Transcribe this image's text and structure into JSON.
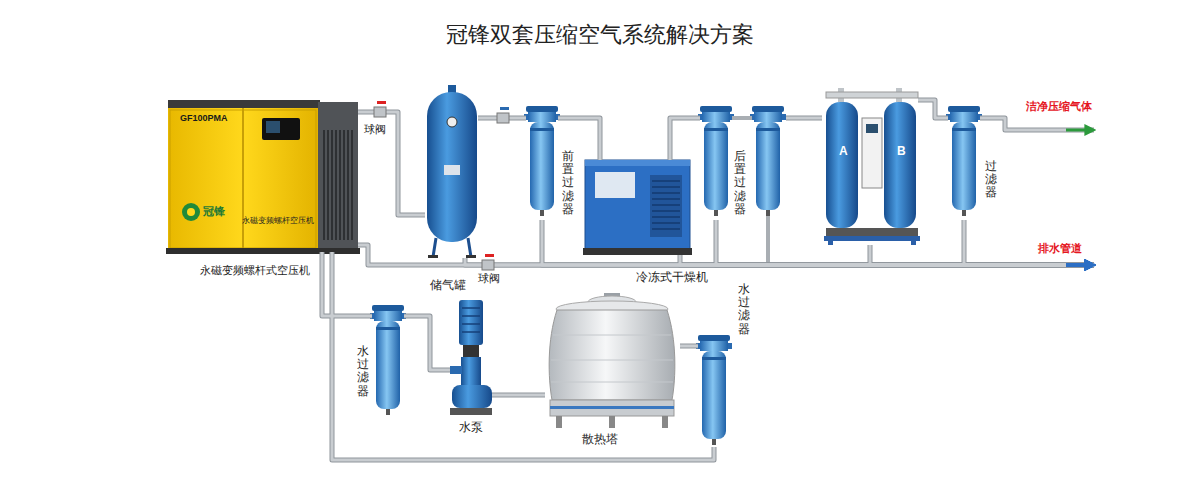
{
  "diagram": {
    "title": "冠锋双套压缩空气系统解决方案",
    "nodes": [
      {
        "text": [
          "永磁变频螺杆式空压机"
        ]
      },
      {
        "text": [
          "储气罐"
        ]
      },
      {
        "text": [
          "前置过滤器"
        ]
      },
      {
        "text": [
          "冷冻式干燥机"
        ]
      },
      {
        "text": [
          "后置过滤器"
        ]
      },
      {
        "text": [
          "A",
          "B"
        ]
      },
      {
        "text": [
          "过滤器"
        ]
      },
      {
        "text": [
          "洁净压缩气体"
        ]
      },
      {
        "text": [
          "排水管道"
        ]
      },
      {
        "text": [
          "水过滤器"
        ]
      },
      {
        "text": [
          "水泵"
        ]
      },
      {
        "text": [
          "散热塔"
        ]
      },
      {
        "text": [
          "水过滤器"
        ]
      }
    ],
    "edges": [
      {
        "from": 0,
        "to": 1,
        "arrow": "none"
      },
      {
        "from": 1,
        "to": 2,
        "arrow": "none"
      },
      {
        "from": 2,
        "to": 3,
        "arrow": "none"
      },
      {
        "from": 3,
        "to": 4,
        "arrow": "none"
      },
      {
        "from": 4,
        "to": 5,
        "arrow": "none"
      },
      {
        "from": 5,
        "to": 6,
        "arrow": "none"
      },
      {
        "from": 6,
        "to": 7,
        "arrow": "to"
      },
      {
        "from": 0,
        "to": 8,
        "arrow": "to"
      },
      {
        "from": 1,
        "to": 8,
        "arrow": "to"
      },
      {
        "from": 2,
        "to": 8,
        "arrow": "to"
      },
      {
        "from": 3,
        "to": 8,
        "arrow": "to"
      },
      {
        "from": 4,
        "to": 8,
        "arrow": "to"
      },
      {
        "from": 5,
        "to": 8,
        "arrow": "to"
      },
      {
        "from": 6,
        "to": 8,
        "arrow": "to"
      },
      {
        "from": 0,
        "to": 9,
        "arrow": "none"
      },
      {
        "from": 9,
        "to": 10,
        "arrow": "none"
      },
      {
        "from": 10,
        "to": 11,
        "arrow": "none"
      },
      {
        "from": 11,
        "to": 12,
        "arrow": "none"
      },
      {
        "from": 12,
        "to": 0,
        "arrow": "none"
      }
    ],
    "labels": [
      "GF100PMA",
      "冠锋",
      "永磁变频螺杆空压机",
      "球阀",
      "球阀"
    ]
  }
}
